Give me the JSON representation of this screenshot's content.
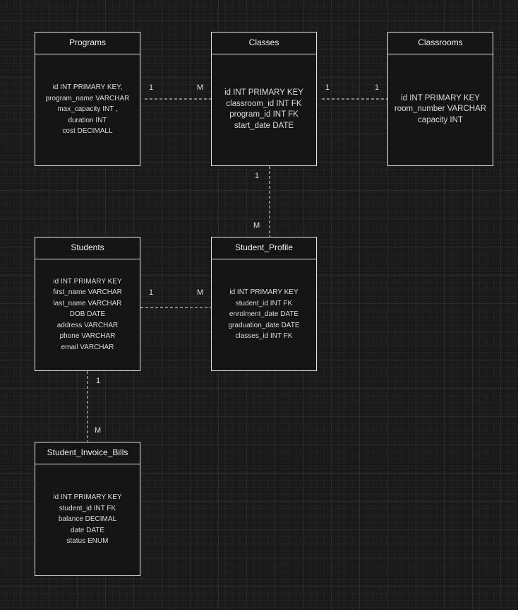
{
  "entities": {
    "programs": {
      "title": "Programs",
      "attributes": [
        "id INT PRIMARY KEY,",
        "program_name VARCHAR",
        "max_capacity INT ,",
        "duration INT",
        "cost DECIMALL"
      ]
    },
    "classes": {
      "title": "Classes",
      "attributes": [
        "id INT PRIMARY KEY",
        "classroom_id INT FK",
        "program_id INT FK",
        "start_date DATE"
      ]
    },
    "classrooms": {
      "title": "Classrooms",
      "attributes": [
        "id INT PRIMARY KEY",
        "room_number VARCHAR",
        "capacity INT"
      ]
    },
    "students": {
      "title": "Students",
      "attributes": [
        "id INT PRIMARY KEY",
        "first_name VARCHAR",
        "last_name VARCHAR",
        "DOB DATE",
        "address VARCHAR",
        "phone VARCHAR",
        "email VARCHAR"
      ]
    },
    "student_profile": {
      "title": "Student_Profile",
      "attributes": [
        "id INT PRIMARY KEY",
        "student_id INT FK",
        "enrolment_date DATE",
        "graduation_date DATE",
        "classes_id INT FK"
      ]
    },
    "student_invoice_bills": {
      "title": "Student_Invoice_Bills",
      "attributes": [
        "id INT PRIMARY KEY",
        "student_id INT FK",
        "balance DECIMAL",
        "date DATE",
        "status ENUM"
      ]
    }
  },
  "relationships": {
    "programs_classes": {
      "one": "1",
      "many": "M"
    },
    "classes_classrooms": {
      "left": "1",
      "right": "1"
    },
    "classes_student_profile": {
      "one": "1",
      "many": "M"
    },
    "students_student_profile": {
      "one": "1",
      "many": "M"
    },
    "students_student_invoice_bills": {
      "one": "1",
      "many": "M"
    }
  },
  "colors": {
    "background": "#1a1a1a",
    "line": "#e6e6e6",
    "text": "#e8e8e8"
  }
}
